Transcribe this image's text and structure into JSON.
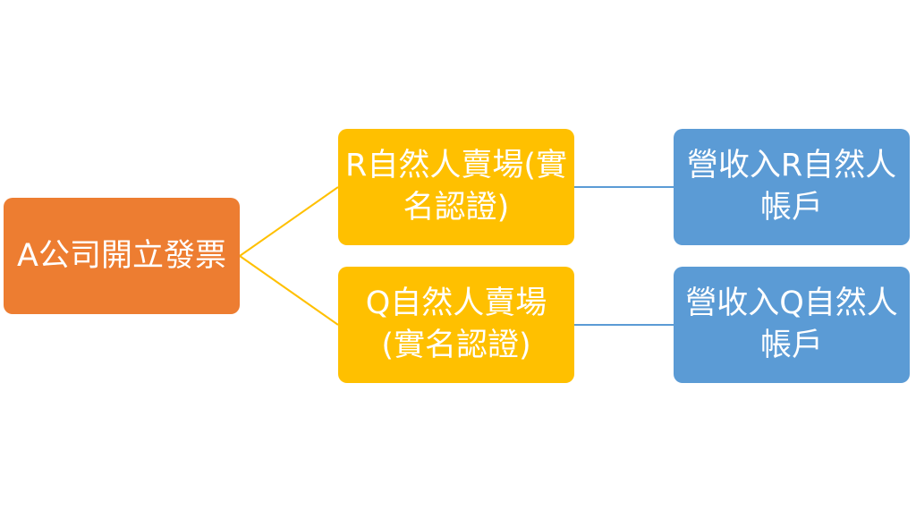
{
  "colors": {
    "root_fill": "#ED7D31",
    "middle_fill": "#FFC000",
    "leaf_fill": "#5B9BD5",
    "root_connector": "#FFC000",
    "leaf_connector": "#5B9BD5",
    "text": "#FFFFFF"
  },
  "diagram": {
    "root": {
      "label": "A公司開立發票"
    },
    "branches": [
      {
        "middle": {
          "label": "R自然人賣場(實名認證)"
        },
        "leaf": {
          "label": "營收入R自然人帳戶"
        }
      },
      {
        "middle": {
          "label": "Q自然人賣場(實名認證)"
        },
        "leaf": {
          "label": "營收入Q自然人帳戶"
        }
      }
    ]
  }
}
